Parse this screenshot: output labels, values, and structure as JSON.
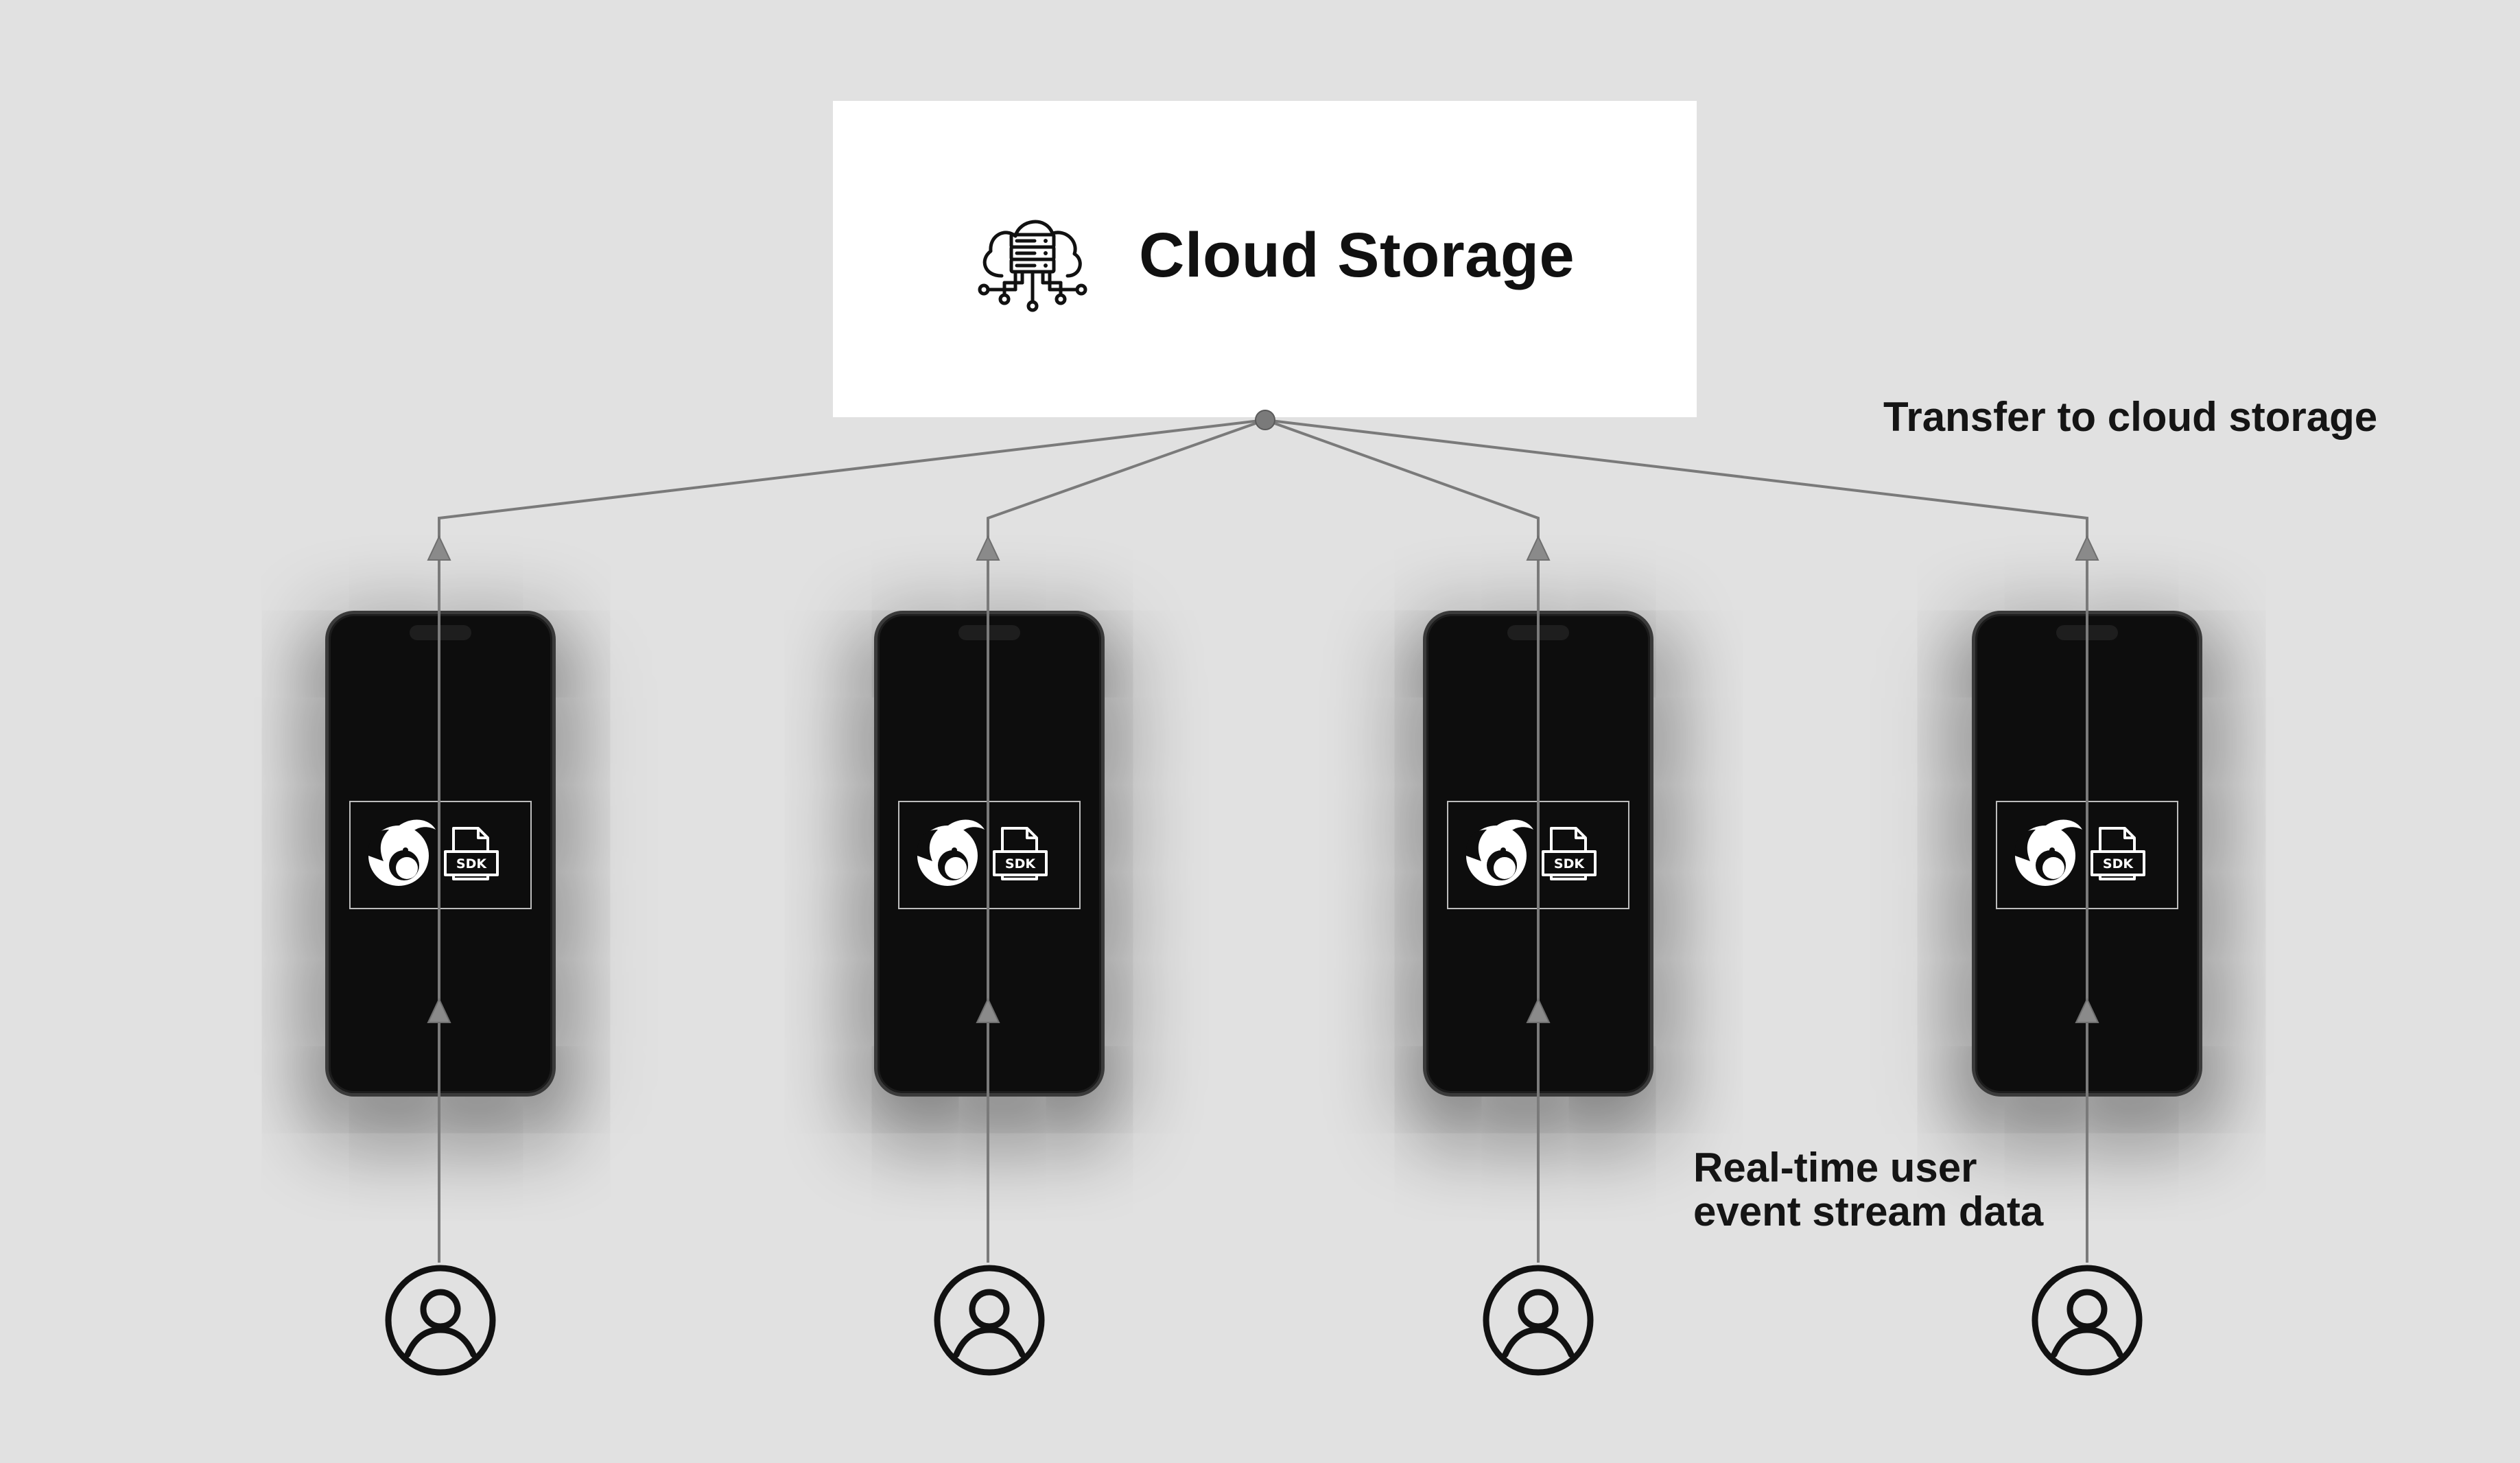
{
  "diagram": {
    "cloud_storage": {
      "title": "Cloud Storage",
      "icon": "cloud-server-icon"
    },
    "labels": {
      "transfer": "Transfer to cloud storage",
      "stream_line1": "Real-time user",
      "stream_line2": "event stream data"
    },
    "devices": [
      {
        "sdk_label": "SDK"
      },
      {
        "sdk_label": "SDK"
      },
      {
        "sdk_label": "SDK"
      },
      {
        "sdk_label": "SDK"
      }
    ],
    "colors": {
      "background": "#e1e1e1",
      "cloud_box": "#ffffff",
      "phone": "#0d0d0d",
      "connector": "#7a7a7a",
      "text": "#111111"
    }
  }
}
